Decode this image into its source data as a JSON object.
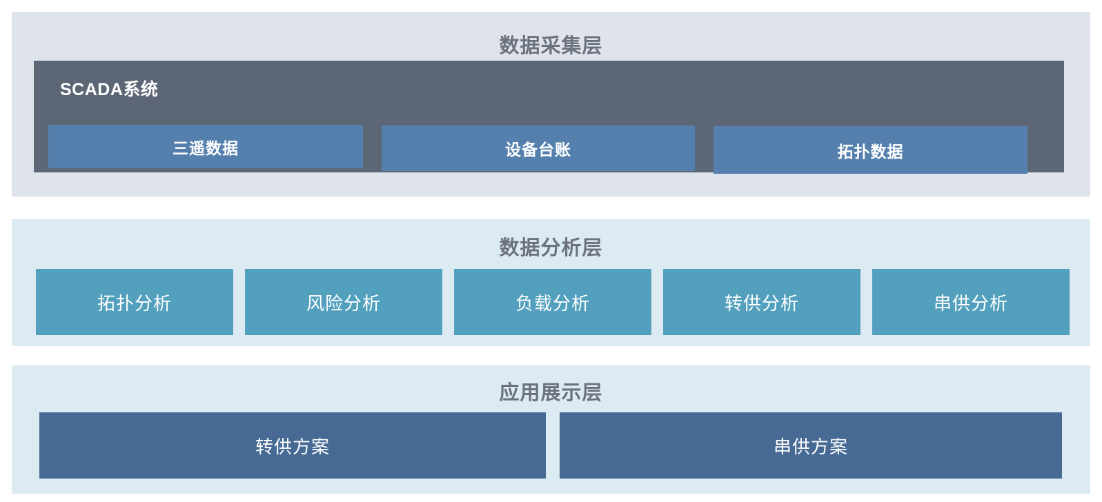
{
  "diagram": {
    "title_color": "#6b727d",
    "layers": [
      {
        "id": "data-collection",
        "title": "数据采集层",
        "background": "#dfe3ec",
        "group": {
          "label": "SCADA系统",
          "color": "#5c6675",
          "items": [
            {
              "label": "三遥数据",
              "color": "#5580ad"
            },
            {
              "label": "设备台账",
              "color": "#5580ad"
            },
            {
              "label": "拓扑数据",
              "color": "#5580ad"
            }
          ]
        }
      },
      {
        "id": "data-analysis",
        "title": "数据分析层",
        "background": "#dceaf1",
        "items": [
          {
            "label": "拓扑分析",
            "color": "#52a0bd"
          },
          {
            "label": "风险分析",
            "color": "#52a0bd"
          },
          {
            "label": "负载分析",
            "color": "#52a0bd"
          },
          {
            "label": "转供分析",
            "color": "#52a0bd"
          },
          {
            "label": "串供分析",
            "color": "#52a0bd"
          }
        ]
      },
      {
        "id": "application-display",
        "title": "应用展示层",
        "background": "#dceaf1",
        "items": [
          {
            "label": "转供方案",
            "color": "#466a94"
          },
          {
            "label": "串供方案",
            "color": "#466a94"
          }
        ]
      }
    ]
  }
}
